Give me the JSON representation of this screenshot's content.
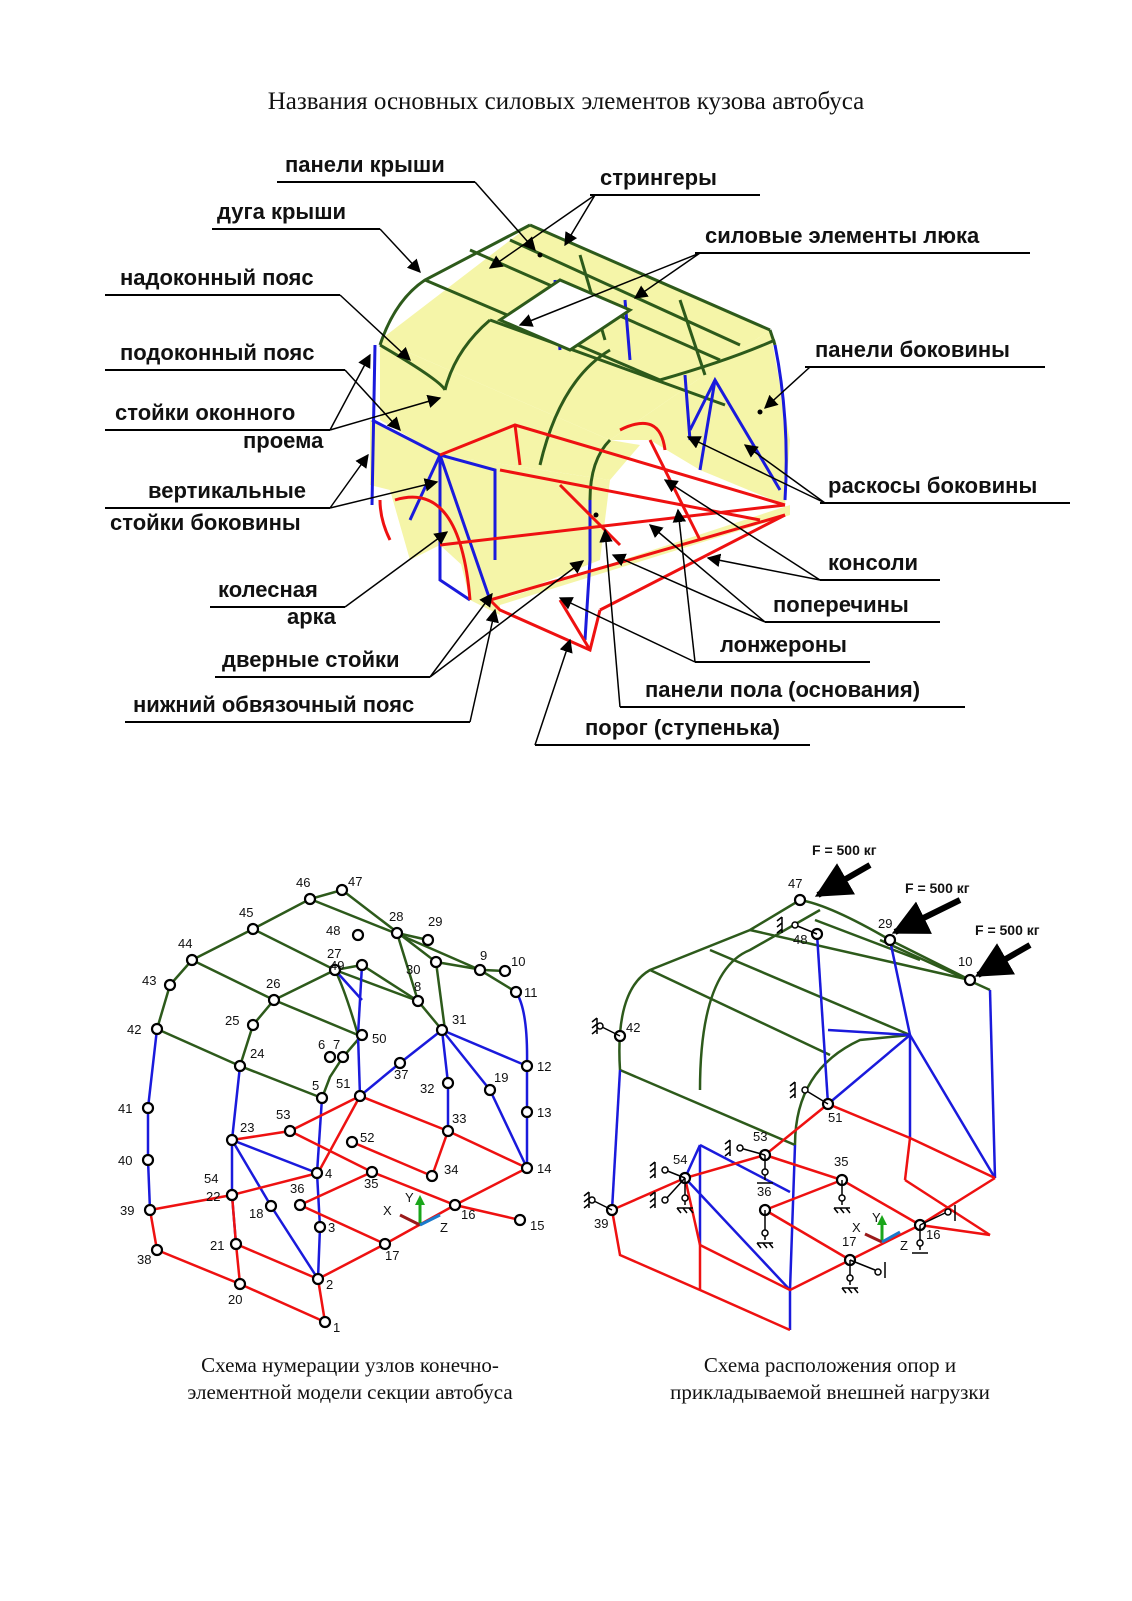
{
  "title": "Названия основных силовых элементов кузова автобуса",
  "labels": {
    "roof_panels": "панели крыши",
    "stringers": "стрингеры",
    "roof_arc": "дуга крыши",
    "hatch_elements": "силовые элементы люка",
    "above_window_belt": "надоконный пояс",
    "under_window_belt": "подоконный пояс",
    "side_panels": "панели боковины",
    "window_posts_1": "стойки оконного",
    "window_posts_2": "проема",
    "vertical_posts_1": "вертикальные",
    "vertical_posts_2": "стойки боковины",
    "side_braces": "раскосы боковины",
    "consoles": "консоли",
    "wheel_arch_1": "колесная",
    "wheel_arch_2": "арка",
    "crossbeams": "поперечины",
    "longerons": "лонжероны",
    "door_posts": "дверные стойки",
    "floor_panels": "панели пола (основания)",
    "lower_belt": "нижний обвязочный пояс",
    "step": "порог (ступенька)"
  },
  "caption_left": [
    "Схема нумерации узлов конечно-",
    "элементной модели секции автобуса"
  ],
  "caption_right": [
    "Схема расположения опор и",
    "прикладываемой внешней нагрузки"
  ],
  "force_label": "F = 500 кг",
  "axes": {
    "x": "X",
    "y": "Y",
    "z": "Z"
  },
  "colors": {
    "roof": "#2d5a1b",
    "frame": "#1a1adc",
    "floor": "#ee1111",
    "panel": "#f5f5a8"
  }
}
